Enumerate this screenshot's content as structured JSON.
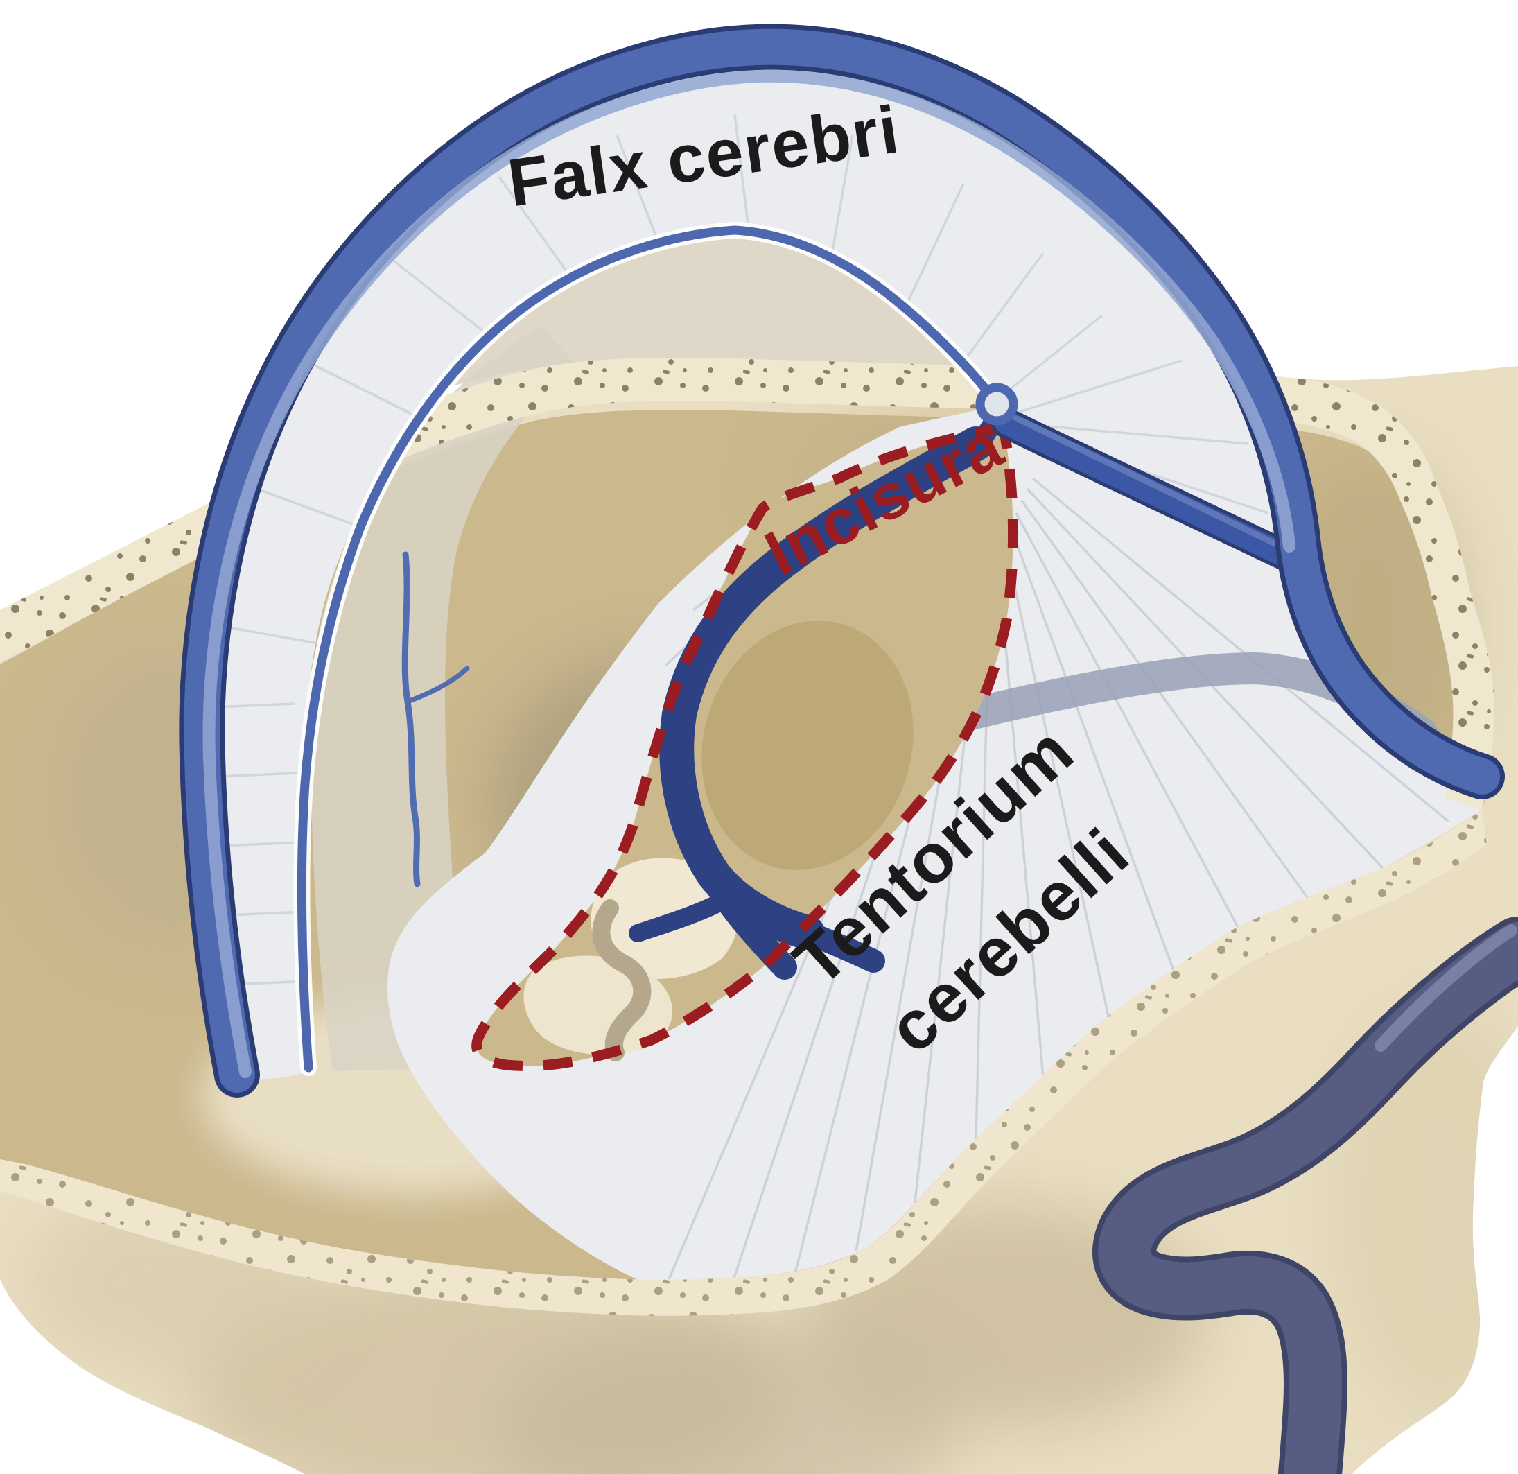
{
  "illustration": {
    "labels": {
      "falx": "Falx cerebri",
      "incisura": "Incisura",
      "tentorium_line1": "Tentorium",
      "tentorium_line2": "cerebelli"
    },
    "colors": {
      "background": "#ffffff",
      "bone": "#e9dec2",
      "bone_rim": "#f0e7cf",
      "bone_speckle": "#7d7054",
      "brain_tan": "#cbb88d",
      "membrane_gray": "#eaecef",
      "sinus_blue": "#4f6ab0",
      "sinus_blue_dark": "#2b3c74",
      "sinus_highlight": "#93a7d4",
      "deep_vein_navy": "#2e4183",
      "sigmoid_slate": "#575d82",
      "incisura_red": "#9b1c21",
      "label_black": "#1b1b1b"
    }
  }
}
